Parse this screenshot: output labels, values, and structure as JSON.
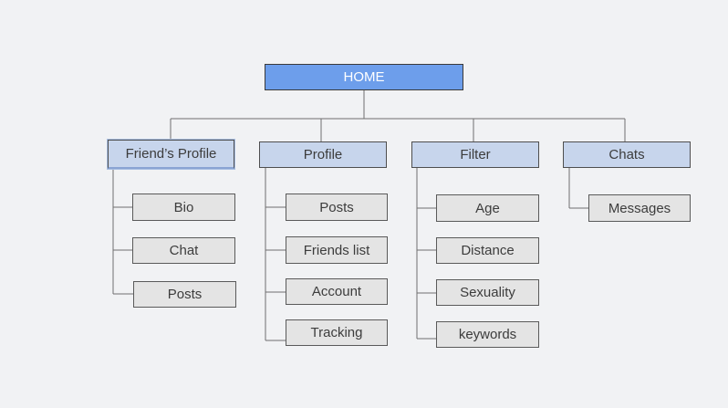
{
  "root": {
    "label": "HOME"
  },
  "categories": [
    {
      "label": "Friend’s Profile",
      "children": [
        "Bio",
        "Chat",
        "Posts"
      ]
    },
    {
      "label": "Profile",
      "children": [
        "Posts",
        "Friends list",
        "Account",
        "Tracking"
      ]
    },
    {
      "label": "Filter",
      "children": [
        "Age",
        "Distance",
        "Sexuality",
        "keywords"
      ]
    },
    {
      "label": "Chats",
      "children": [
        "Messages"
      ]
    }
  ],
  "colors": {
    "root_fill": "#6d9eeb",
    "category_fill": "#c7d5ec",
    "leaf_fill": "#e4e4e4",
    "background": "#f1f2f4",
    "connector": "#6f6f6f"
  }
}
